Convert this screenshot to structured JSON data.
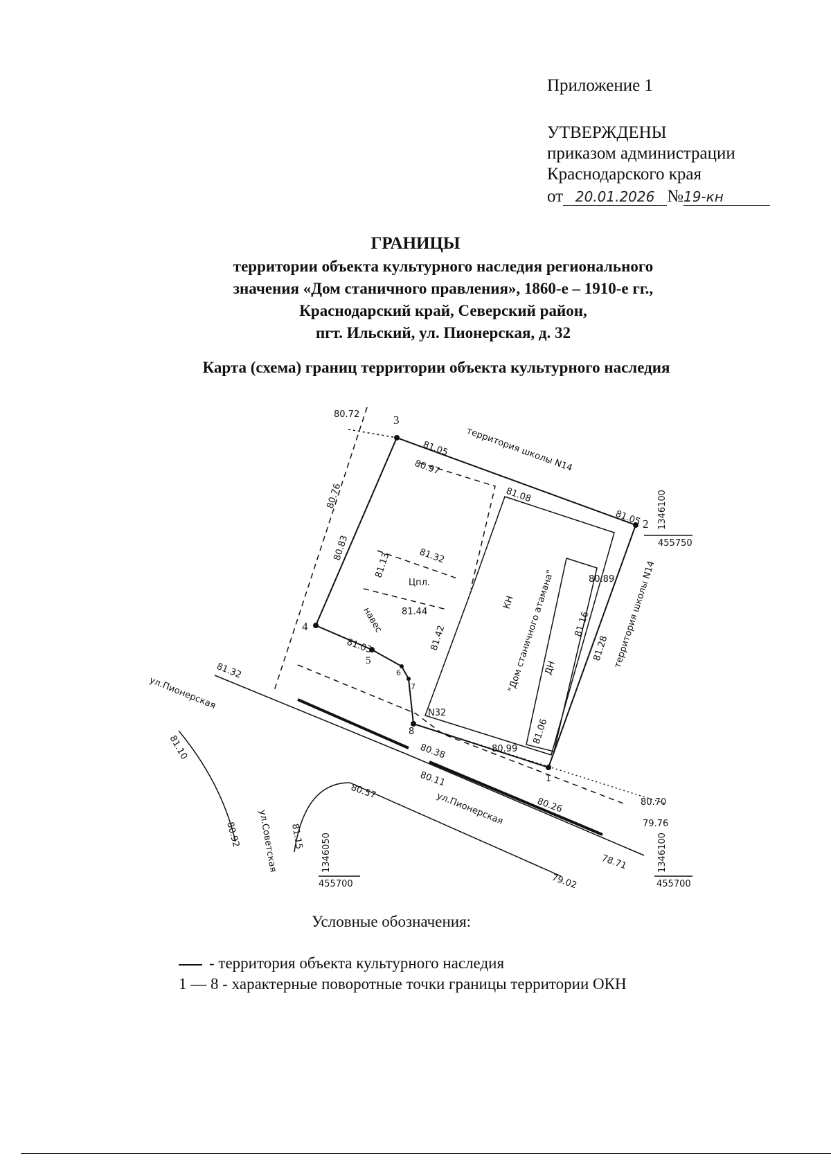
{
  "header": {
    "appendix": "Приложение 1",
    "approved": "УТВЕРЖДЕНЫ",
    "line1": "приказом администрации",
    "line2": "Краснодарского края",
    "date_prefix": "от",
    "date": "20.01.2026",
    "number_prefix": "№",
    "number": "19-кн"
  },
  "title": {
    "main": "ГРАНИЦЫ",
    "line1": "территории объекта культурного наследия регионального",
    "line2": "значения «Дом станичного правления», 1860-е – 1910-е гг.,",
    "line3": "Краснодарский край, Северский район,",
    "line4": "пгт. Ильский, ул. Пионерская, д. 32",
    "map_caption": "Карта (схема) границ территории объекта культурного наследия"
  },
  "map": {
    "points": [
      "1",
      "2",
      "3",
      "4",
      "5",
      "6",
      "7",
      "8"
    ],
    "labels": {
      "school_top": "территория школы N14",
      "school_right": "территория школы N14",
      "street1": "ул.Пионерская",
      "street2": "ул.Пионерская",
      "street3": "ул.Советская",
      "building": "\"Дом станичного атамана\"",
      "kn": "КН",
      "dn": "ДН",
      "cpl": "Цпл.",
      "house_no": "N32",
      "naves": "навес"
    },
    "elevations": [
      "80.72",
      "81.05",
      "80.97",
      "81.08",
      "81.05",
      "80.76",
      "80.83",
      "81.13",
      "81.32",
      "81.44",
      "81.42",
      "80.89",
      "81.16",
      "81.28",
      "81.06",
      "81.03",
      "81.32",
      "80.99",
      "80.38",
      "80.11",
      "80.26",
      "80.70",
      "79.76",
      "81.10",
      "80.92",
      "81.15",
      "80.57",
      "78.71",
      "79.02"
    ],
    "coords": {
      "top_right_x": "1346100",
      "top_right_y": "455750",
      "bottom_left_x": "1346050",
      "bottom_left_y": "455700",
      "bottom_right_x": "1346100",
      "bottom_right_y": "455700"
    }
  },
  "legend": {
    "title": "Условные обозначения:",
    "item1": "- территория объекта культурного наследия",
    "item2": "1 — 8 - характерные поворотные точки границы территории ОКН"
  }
}
